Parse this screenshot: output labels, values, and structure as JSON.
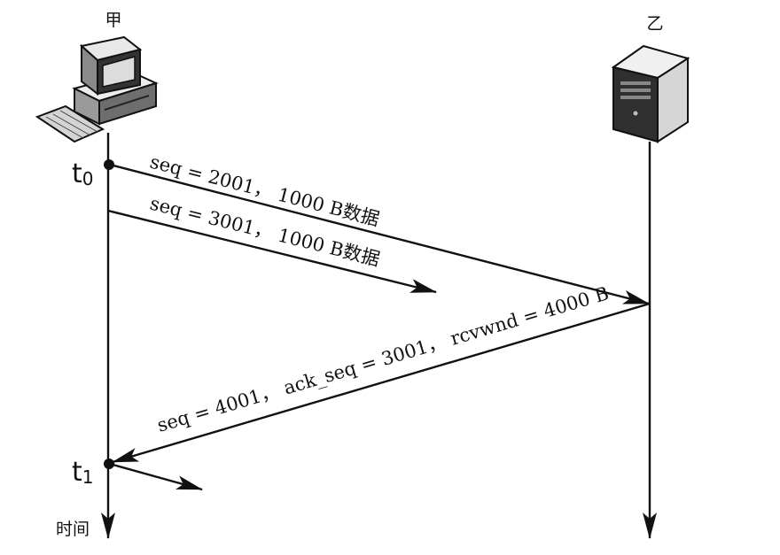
{
  "nodes": {
    "sender": "甲",
    "receiver": "乙"
  },
  "time_marks": {
    "t0": {
      "base": "t",
      "sub": "0"
    },
    "t1": {
      "base": "t",
      "sub": "1"
    }
  },
  "time_axis_label": "时间",
  "messages": [
    {
      "label": "seq = 2001， 1000 B数据"
    },
    {
      "label": "seq = 3001， 1000 B数据"
    },
    {
      "label": "seq = 4001， ack_seq = 3001， rcvwnd = 4000 B"
    }
  ],
  "colors": {
    "line": "#111111",
    "background": "#ffffff"
  },
  "icons": {
    "sender": "desktop-computer-icon",
    "receiver": "server-tower-icon"
  }
}
